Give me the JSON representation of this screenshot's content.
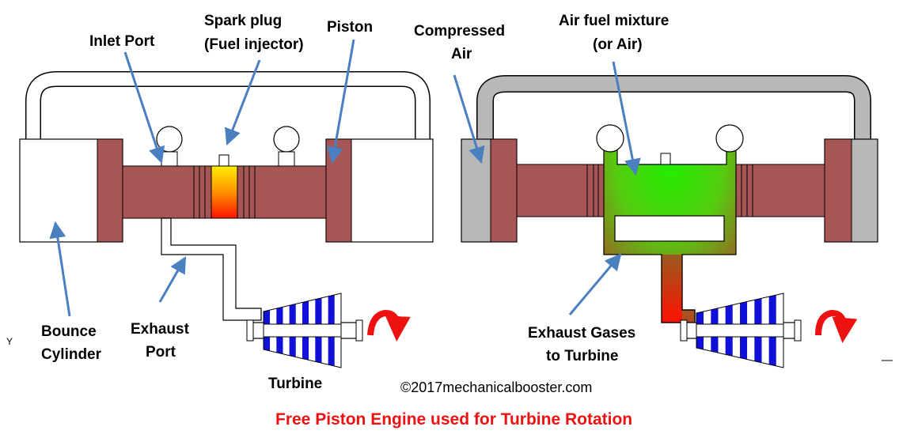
{
  "left_diagram": {
    "labels": {
      "inlet_port": "Inlet Port",
      "spark_plug_1": "Spark plug",
      "spark_plug_2": "(Fuel injector)",
      "piston": "Piston",
      "bounce_cylinder_1": "Bounce",
      "bounce_cylinder_2": "Cylinder",
      "exhaust_port_1": "Exhaust",
      "exhaust_port_2": "Port",
      "turbine": "Turbine"
    }
  },
  "right_diagram": {
    "labels": {
      "compressed_air_1": "Compressed",
      "compressed_air_2": "Air",
      "air_fuel_1": "Air fuel mixture",
      "air_fuel_2": "(or Air)",
      "exhaust_gases_1": "Exhaust Gases",
      "exhaust_gases_2": "to Turbine"
    }
  },
  "copyright": "©2017mechanicalbooster.com",
  "caption": "Free Piston Engine  used for Turbine Rotation",
  "stray_mark": "Y",
  "colors": {
    "piston": "#a85555",
    "arrow": "#4a7fc0",
    "blade": "#1010d8",
    "rotation": "#ee1111",
    "gray_duct": "#b8b8b8",
    "gas_green": "#22ee00",
    "gas_red": "#ff1100"
  }
}
